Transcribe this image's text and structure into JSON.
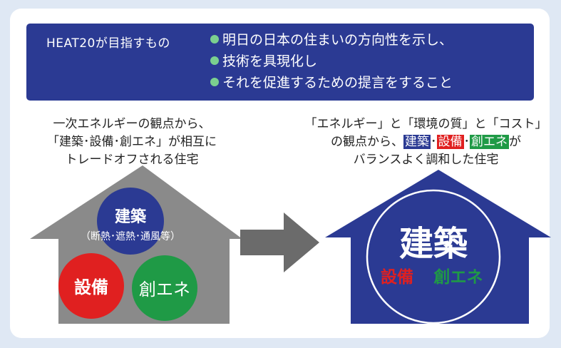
{
  "goal": {
    "label": "HEAT20が目指すもの",
    "items": [
      "明日の日本の住まいの方向性を示し、",
      "技術を具現化し",
      "それを促進するための提言をすること"
    ]
  },
  "left": {
    "line1": "一次エネルギーの観点から、",
    "line2_prefix": "「",
    "line2_main": "建築･設備･創エネ」が相互に",
    "line3": "トレードオフされる住宅",
    "circle_arch_title": "建築",
    "circle_arch_sub": "（断熱･遮熱･通風等）",
    "circle_equip": "設備",
    "circle_energy": "創エネ"
  },
  "right": {
    "line1": "「エネルギー」と「環境の質」と「コスト」",
    "line2_prefix": "の観点から、",
    "tag_arch": "建築",
    "tag_equip": "設備",
    "tag_energy": "創エネ",
    "tag_sep": "･",
    "line2_suffix": "が",
    "line3": "バランスよく調和した住宅",
    "circle_title": "建築",
    "circle_equip": "設備",
    "circle_energy": "創エネ"
  },
  "colors": {
    "navy": "#2b3a93",
    "red": "#e02020",
    "green": "#1f9a46",
    "gray": "#8a8a8a",
    "light_green_dot": "#7bd08f"
  }
}
